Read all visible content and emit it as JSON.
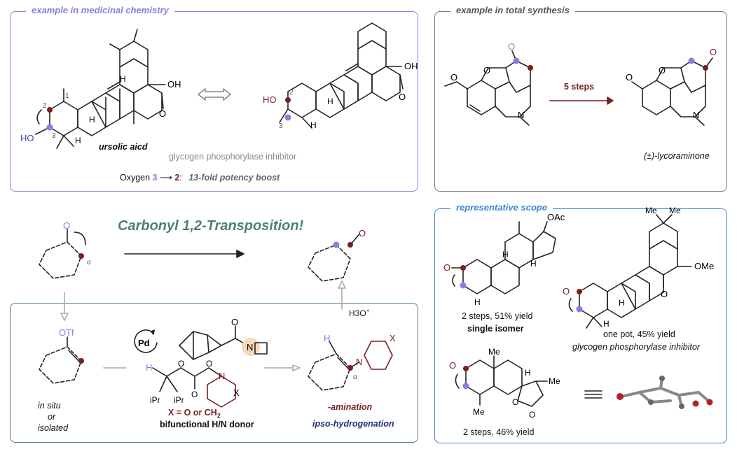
{
  "colors": {
    "blue": "#7f83e0",
    "red": "#7a1f1f",
    "teal": "#4f7f7a",
    "scope_blue": "#3b86d6",
    "gray_border": "#9a9a9a",
    "navy": "#21307a",
    "peach": "#f7d9b8"
  },
  "panel_med": {
    "title": "example in medicinal chemistry",
    "compound_name": "ursolic aicd",
    "subtitle": "glycogen phosphorylase inhibitor",
    "oxygen_label": "Oxygen",
    "pos_from": "3",
    "pos_to": "2",
    "colon": ":",
    "boost": "13-fold potency boost",
    "atoms": {
      "ho": "HO",
      "oh": "OH",
      "o": "O",
      "h": "H",
      "n1": "1",
      "n2": "2",
      "n3": "3"
    }
  },
  "panel_total": {
    "title": "example in total synthesis",
    "steps": "5 steps",
    "product": "(±)-lycoraminone",
    "atoms": {
      "o": "O",
      "n": "N"
    }
  },
  "panel_method": {
    "title": "Carbonyl 1,2-Transposition!",
    "alpha": "α",
    "otf": "OTf",
    "pd": "Pd",
    "h3o": "H3O",
    "h3o_plus": "+",
    "in_situ": "in situ",
    "or": "or",
    "isolated": "isolated",
    "x_label": "X = O or CH",
    "x_sub": "2",
    "donor": "bifunctional H/N donor",
    "amination": "-amination",
    "ipso": "ipso-hydrogenation",
    "atoms": {
      "o": "O",
      "n": "N",
      "x": "X",
      "h": "H",
      "ipr": "iPr"
    }
  },
  "panel_scope": {
    "title": "representative scope",
    "ex1_yield": "2 steps, 51% yield",
    "ex1_note": "single isomer",
    "ex2_yield": "one pot, 45% yield",
    "ex2_note": "glycogen phosphorylase inhibitor",
    "ex3_yield": "2 steps, 46% yield",
    "atoms": {
      "oac": "OAc",
      "ome": "OMe",
      "me": "Me",
      "o": "O",
      "h": "H"
    }
  }
}
